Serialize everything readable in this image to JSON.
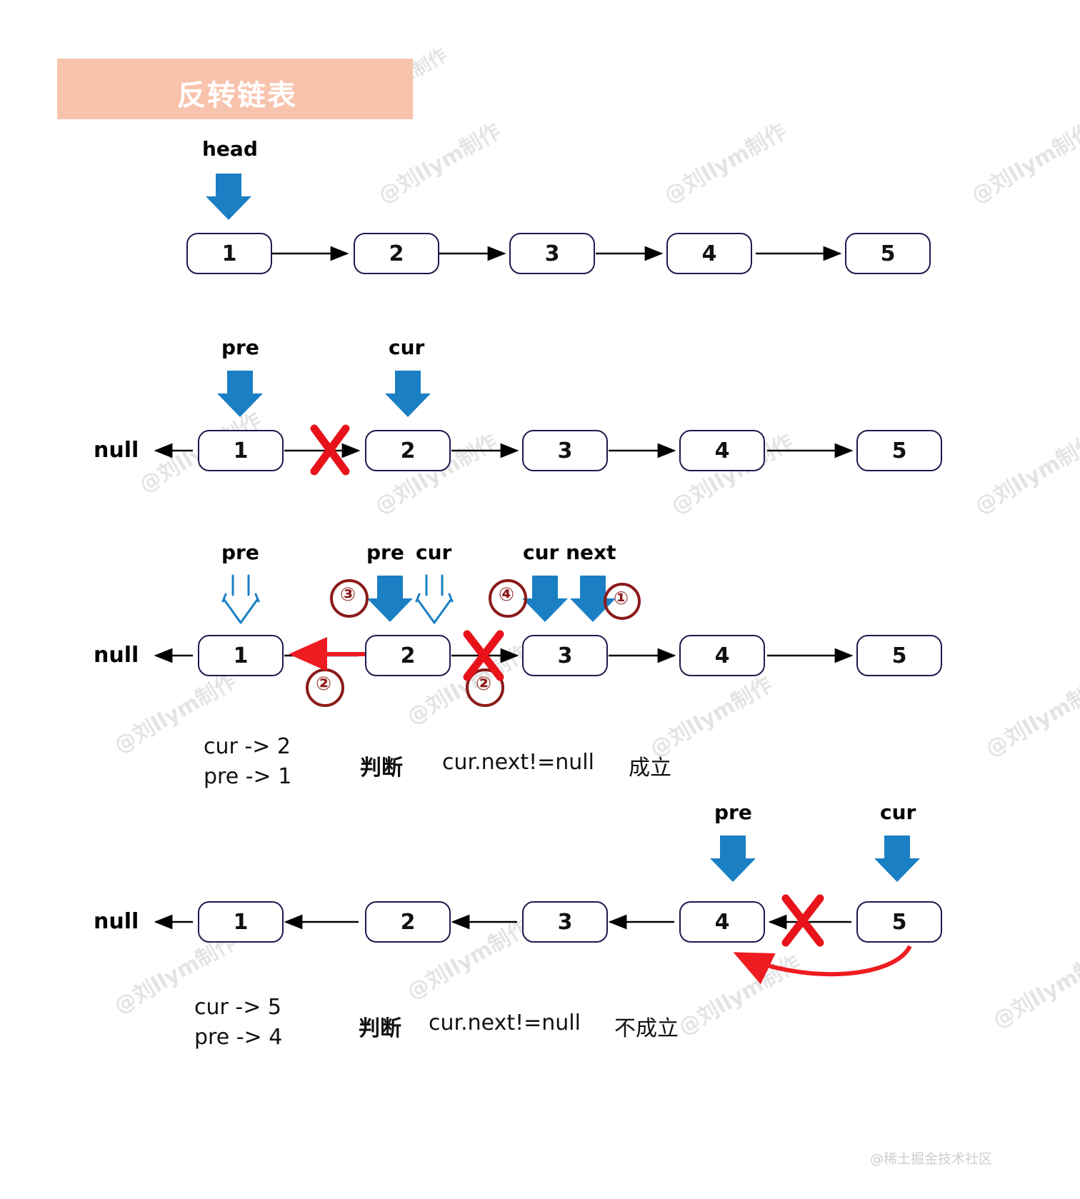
{
  "title": {
    "text": "反转链表",
    "banner_color": "#f8c3ad",
    "text_color": "#ffffff"
  },
  "watermark": {
    "tile_text": "@刘llym制作",
    "footer_text": "@稀土掘金技术社区"
  },
  "colors": {
    "node_border": "#1b1b4d",
    "pointer_arrow": "#1b7fc4",
    "break_x": "#e8131a",
    "relink_arrow": "#ee1c20",
    "step_circle": "#8b1a1a",
    "link_arrow": "#000000"
  },
  "rows": [
    {
      "id": "row-initial",
      "nodes": [
        "1",
        "2",
        "3",
        "4",
        "5"
      ],
      "pointers": [
        {
          "label": "head",
          "node_index": 0
        }
      ],
      "null_label": null,
      "direction": "forward"
    },
    {
      "id": "row-first-step",
      "nodes": [
        "1",
        "2",
        "3",
        "4",
        "5"
      ],
      "pointers": [
        {
          "label": "pre",
          "node_index": 0
        },
        {
          "label": "cur",
          "node_index": 1
        }
      ],
      "null_label": "null",
      "direction": "forward",
      "break_between": [
        0,
        1
      ]
    },
    {
      "id": "row-loop-step",
      "nodes": [
        "1",
        "2",
        "3",
        "4",
        "5"
      ],
      "pointers": [
        {
          "label": "pre",
          "node_index": 0,
          "style": "ghost"
        },
        {
          "label": "pre",
          "node_index": 1,
          "style": "solid"
        },
        {
          "label": "cur",
          "node_index": 1,
          "style": "ghost"
        },
        {
          "label": "cur",
          "node_index": 2,
          "style": "solid"
        },
        {
          "label": "next",
          "node_index": 3,
          "style": "solid"
        }
      ],
      "step_markers": [
        "③",
        "④",
        "①",
        "②",
        "②"
      ],
      "null_label": "null",
      "direction": "forward",
      "break_between": [
        1,
        2
      ],
      "relink": {
        "from": 1,
        "to": 0
      }
    },
    {
      "id": "row-final-step",
      "nodes": [
        "1",
        "2",
        "3",
        "4",
        "5"
      ],
      "pointers": [
        {
          "label": "pre",
          "node_index": 3
        },
        {
          "label": "cur",
          "node_index": 4
        }
      ],
      "null_label": "null",
      "direction": "reverse",
      "break_between": [
        3,
        4
      ],
      "relink_curve": {
        "from": 4,
        "to": 3
      }
    }
  ],
  "annotations": {
    "loop_step": {
      "cur_line": "cur -> 2",
      "pre_line": "pre -> 1",
      "judge_label": "判断",
      "condition": "cur.next!=null",
      "result": "成立"
    },
    "final_step": {
      "cur_line": "cur -> 5",
      "pre_line": "pre -> 4",
      "judge_label": "判断",
      "condition": "cur.next!=null",
      "result": "不成立"
    }
  },
  "labels": {
    "head": "head",
    "pre": "pre",
    "cur": "cur",
    "cur_next": "cur next",
    "null": "null",
    "step1": "①",
    "step2": "②",
    "step3": "③",
    "step4": "④"
  }
}
